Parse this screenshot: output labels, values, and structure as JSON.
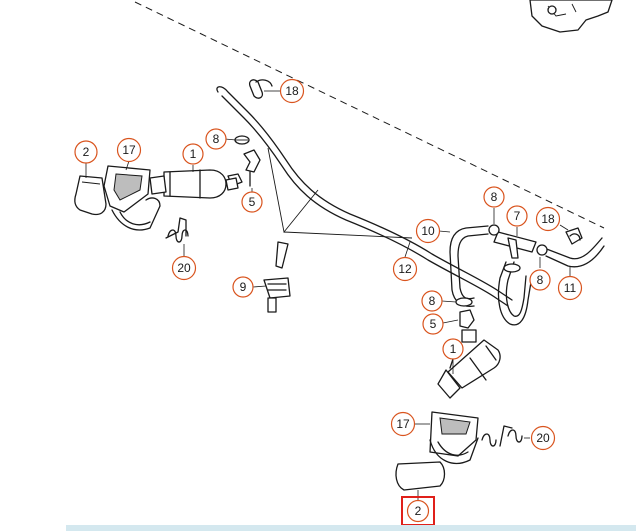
{
  "diagram": {
    "callouts": [
      {
        "id": "c-18-top",
        "label": "18"
      },
      {
        "id": "c-8-top",
        "label": "8"
      },
      {
        "id": "c-2-left",
        "label": "2"
      },
      {
        "id": "c-17-left",
        "label": "17"
      },
      {
        "id": "c-1-left",
        "label": "1"
      },
      {
        "id": "c-5-left",
        "label": "5"
      },
      {
        "id": "c-20-left",
        "label": "20"
      },
      {
        "id": "c-9",
        "label": "9"
      },
      {
        "id": "c-8-right",
        "label": "8"
      },
      {
        "id": "c-7",
        "label": "7"
      },
      {
        "id": "c-18-right",
        "label": "18"
      },
      {
        "id": "c-10",
        "label": "10"
      },
      {
        "id": "c-12",
        "label": "12"
      },
      {
        "id": "c-8-mid",
        "label": "8"
      },
      {
        "id": "c-11",
        "label": "11"
      },
      {
        "id": "c-8-lower",
        "label": "8"
      },
      {
        "id": "c-5-lower",
        "label": "5"
      },
      {
        "id": "c-1-lower",
        "label": "1"
      },
      {
        "id": "c-17-lower",
        "label": "17"
      },
      {
        "id": "c-20-lower",
        "label": "20"
      },
      {
        "id": "c-2-bottom",
        "label": "2",
        "highlighted": true
      }
    ]
  },
  "colors": {
    "callout_outline": "#d9541e",
    "highlight_box": "#e0201a",
    "line": "#1a1a1a",
    "bottom_strip": "#d4e8ef"
  }
}
